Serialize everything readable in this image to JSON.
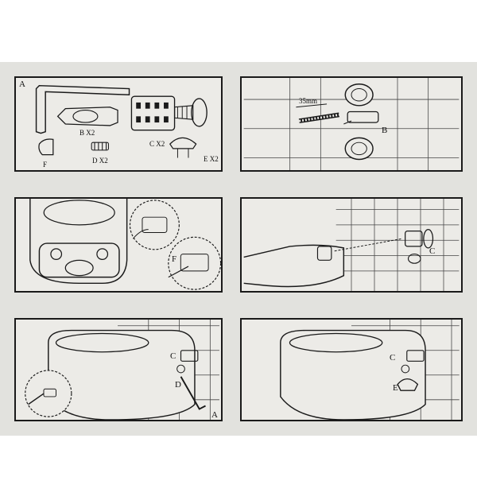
{
  "panel_1": {
    "corner_label": "A",
    "parts": [
      {
        "id": "B",
        "text": "B X2"
      },
      {
        "id": "C",
        "text": "C X2"
      },
      {
        "id": "D",
        "text": "D X2"
      },
      {
        "id": "E",
        "text": "E X2"
      },
      {
        "id": "F",
        "text": "F"
      }
    ]
  },
  "panel_2": {
    "dimension": "35mm",
    "callout": "B"
  },
  "panel_3": {
    "callout": "F"
  },
  "panel_4": {
    "callout": "C"
  },
  "panel_5": {
    "callouts": [
      "C",
      "D",
      "A"
    ]
  },
  "panel_6": {
    "callouts": [
      "C",
      "E"
    ]
  },
  "colors": {
    "paper": "#ecebe7",
    "line": "#1a1a1a",
    "tile_line": "#444444"
  }
}
